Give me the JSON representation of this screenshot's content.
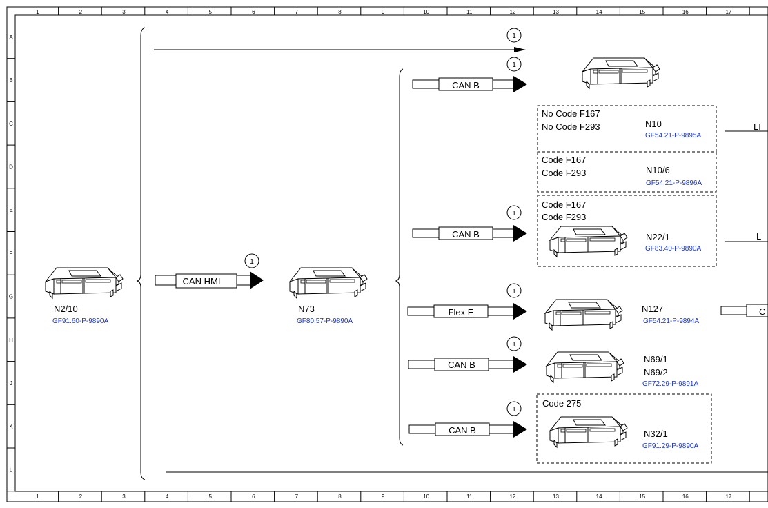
{
  "grid": {
    "columns": [
      "1",
      "2",
      "3",
      "4",
      "5",
      "6",
      "7",
      "8",
      "9",
      "10",
      "11",
      "12",
      "13",
      "14",
      "15",
      "16",
      "17"
    ],
    "rows": [
      "A",
      "B",
      "C",
      "D",
      "E",
      "F",
      "G",
      "H",
      "J",
      "K",
      "L"
    ]
  },
  "circle_marker": "1",
  "sources": {
    "n2_10": {
      "name": "N2/10",
      "ref": "GF91.60-P-9890A"
    },
    "n73": {
      "name": "N73",
      "ref": "GF80.57-P-9890A"
    }
  },
  "bus_can_hmi": "CAN HMI",
  "branches": {
    "b1": {
      "bus": "CAN B"
    },
    "n10": {
      "codes": [
        "No Code F167",
        "No Code F293"
      ],
      "name": "N10",
      "ref": "GF54.21-P-9895A"
    },
    "n10_6": {
      "codes": [
        "Code F167",
        "Code F293"
      ],
      "name": "N10/6",
      "ref": "GF54.21-P-9896A"
    },
    "n22_1": {
      "bus": "CAN B",
      "codes": [
        "Code F167",
        "Code F293"
      ],
      "name": "N22/1",
      "ref": "GF83.40-P-9890A"
    },
    "n127": {
      "bus": "Flex E",
      "name": "N127",
      "ref": "GF54.21-P-9894A"
    },
    "n69": {
      "bus": "CAN B",
      "names": [
        "N69/1",
        "N69/2"
      ],
      "ref": "GF72.29-P-9891A"
    },
    "n32_1": {
      "bus": "CAN B",
      "codes": [
        "Code 275"
      ],
      "name": "N32/1",
      "ref": "GF91.29-P-9890A"
    }
  },
  "right_edge_labels": {
    "r1": "LI",
    "r2": "L",
    "r3": "C"
  }
}
